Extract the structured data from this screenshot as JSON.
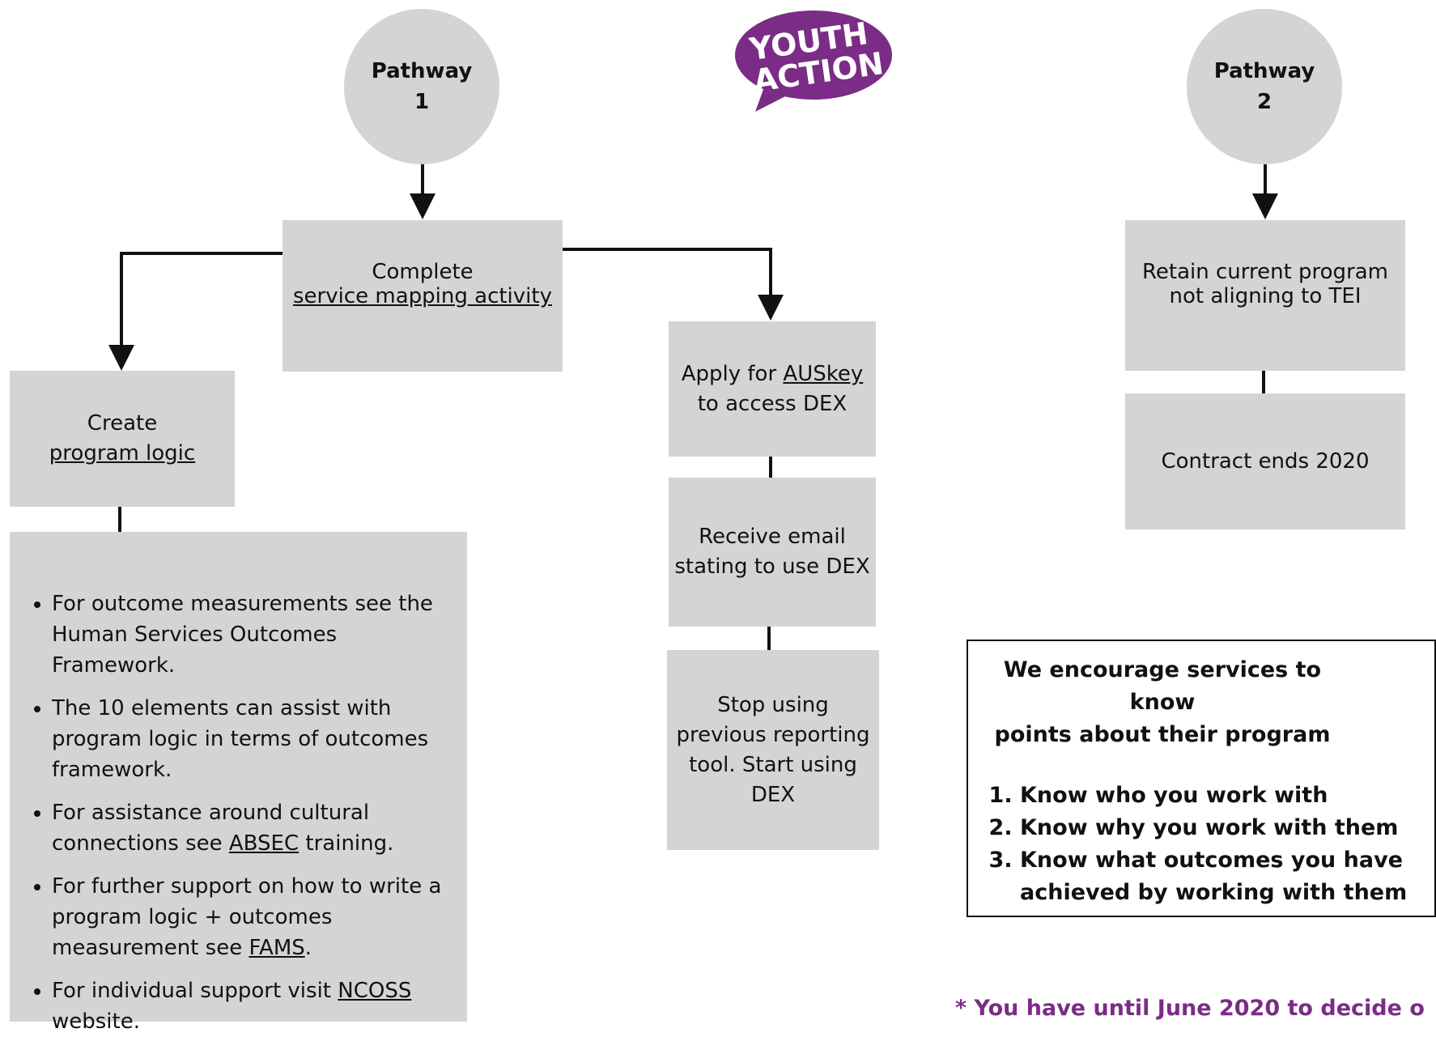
{
  "logo": {
    "line1": "YOUTH",
    "line2": "ACTION",
    "color": "#7b2c86"
  },
  "pathway1": {
    "label": "Pathway",
    "number": "1"
  },
  "pathway2": {
    "label": "Pathway",
    "number": "2"
  },
  "service_mapping": {
    "prefix": "Complete",
    "link": "service mapping activity"
  },
  "program_logic": {
    "prefix": "Create",
    "link": "program logic"
  },
  "auskey": {
    "before": "Apply for ",
    "link": "AUSkey",
    "after": "to access DEX"
  },
  "receive_email": {
    "line1": "Receive email",
    "line2": "stating to use DEX"
  },
  "stop_using": {
    "line1": "Stop using",
    "line2": "previous reporting",
    "line3": "tool. Start using",
    "line4": "DEX"
  },
  "retain": {
    "line1": "Retain current program",
    "line2": "not aligning to TEI"
  },
  "contract": {
    "text": "Contract ends 2020"
  },
  "bullets": {
    "b1": "For outcome measurements see the Human Services Outcomes Framework.",
    "b2": "The 10 elements can assist with program logic in terms of outcomes framework.",
    "b3_before": "For assistance around cultural connections see ",
    "b3_link": "ABSEC",
    "b3_after": " training.",
    "b4_before": "For further support on how to write a program logic + outcomes measurement see ",
    "b4_link": "FAMS",
    "b4_after": ".",
    "b5_before": "For individual support visit ",
    "b5_link": "NCOSS",
    "b5_after": " website."
  },
  "encourage": {
    "heading_line1": "We encourage services to know",
    "heading_line2": "points about their program",
    "items": [
      "Know who you work with",
      "Know why you work with them",
      "Know what outcomes you have achieved by working with them"
    ]
  },
  "footnote": "* You have until June 2020 to decide o"
}
